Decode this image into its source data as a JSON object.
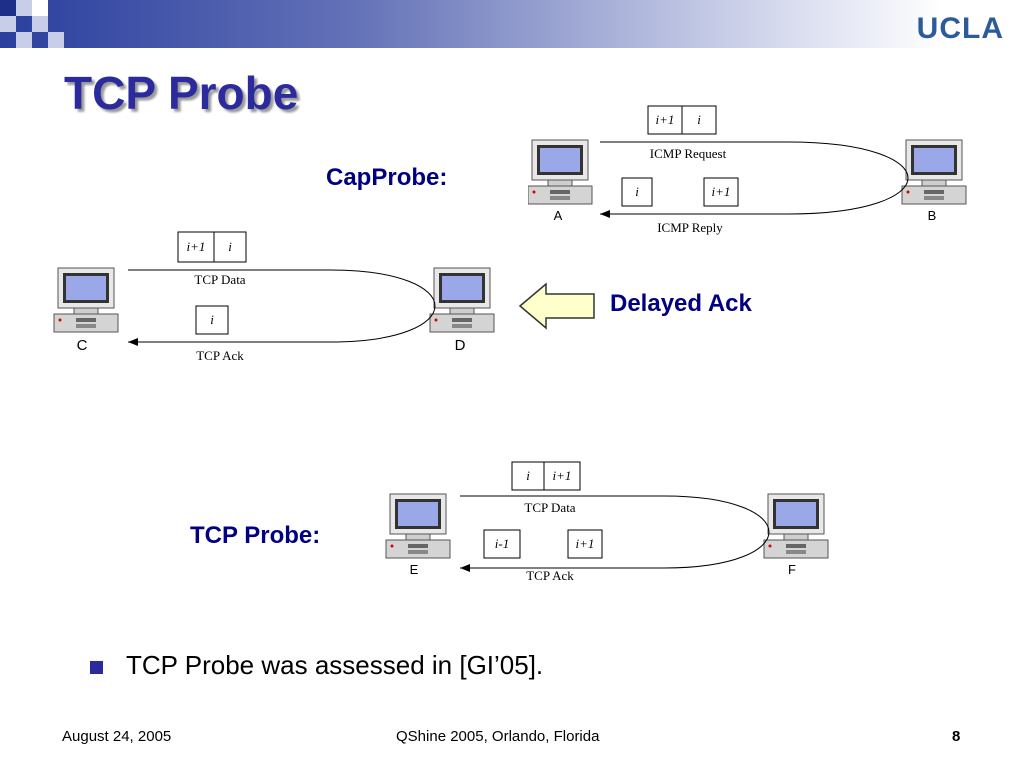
{
  "header": {
    "logo_text": "UCLA",
    "colors": {
      "banner_dark": "#2a3f9e",
      "title": "#2b2b9e",
      "label": "#000080"
    }
  },
  "slide": {
    "title": "TCP Probe",
    "labels": {
      "capprobe": "CapProbe:",
      "delayed_ack": "Delayed Ack",
      "tcp_probe": "TCP Probe:"
    },
    "bullet": "TCP Probe was assessed in [GI’05]."
  },
  "diagrams": {
    "capprobe": {
      "node_left": "A",
      "node_right": "B",
      "forward_caption": "ICMP Request",
      "reverse_caption": "ICMP Reply",
      "forward_packets": [
        "i+1",
        "i"
      ],
      "reverse_packets": [
        "i",
        "i+1"
      ]
    },
    "delayed_ack": {
      "node_left": "C",
      "node_right": "D",
      "forward_caption": "TCP Data",
      "reverse_caption": "TCP Ack",
      "forward_packets": [
        "i+1",
        "i"
      ],
      "reverse_packets": [
        "i"
      ]
    },
    "tcp_probe": {
      "node_left": "E",
      "node_right": "F",
      "forward_caption": "TCP Data",
      "reverse_caption": "TCP Ack",
      "forward_packets": [
        "i",
        "i+1"
      ],
      "reverse_packets": [
        "i-1",
        "i+1"
      ]
    }
  },
  "icons": {
    "computer": "computer-icon",
    "arrow": "left-arrow-icon",
    "bullet": "square-bullet-icon"
  },
  "footer": {
    "date": "August 24, 2005",
    "center": "QShine 2005, Orlando, Florida",
    "page": "8"
  }
}
